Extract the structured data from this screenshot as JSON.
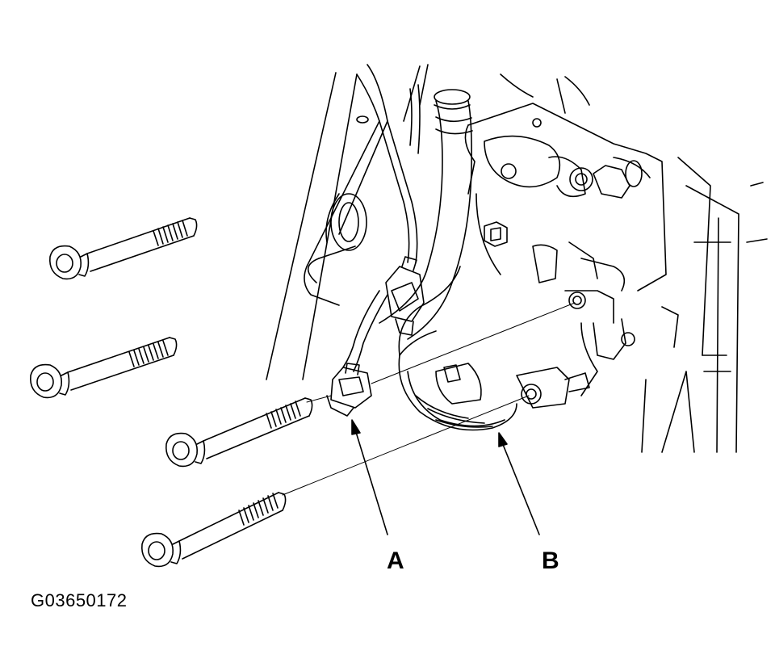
{
  "figure": {
    "id_text": "G03650172"
  },
  "callouts": [
    {
      "letter": "A"
    },
    {
      "letter": "B"
    }
  ],
  "colors": {
    "line": "#000000",
    "background": "#ffffff"
  },
  "icons": {
    "bolt": "bolt-icon",
    "connector": "connector-icon",
    "compressor": "compressor-icon"
  }
}
